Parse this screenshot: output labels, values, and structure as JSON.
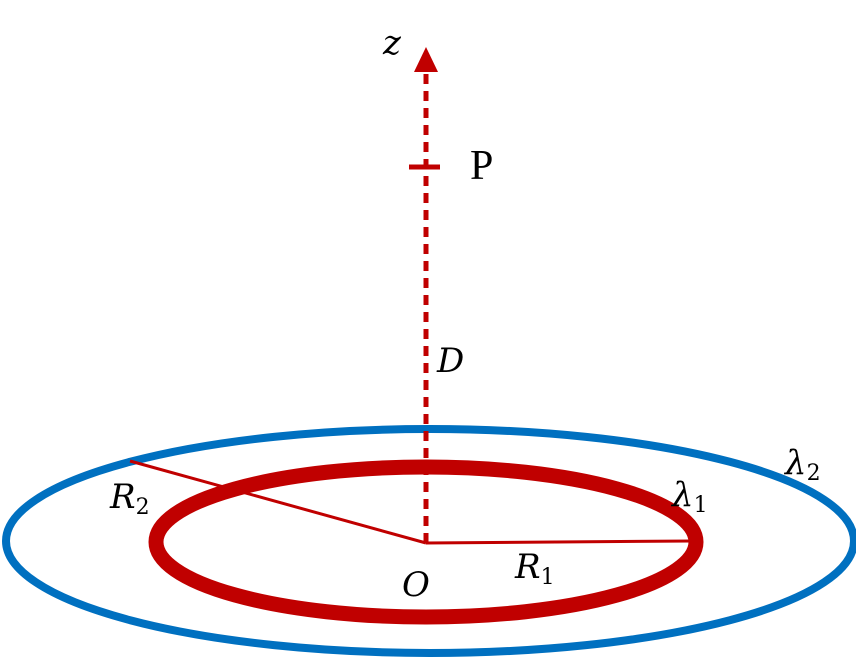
{
  "labels": {
    "z_axis": "z",
    "point": "P",
    "distance": "D",
    "origin": "O",
    "radius_outer": {
      "symbol": "R",
      "sub": "2"
    },
    "radius_inner": {
      "symbol": "R",
      "sub": "1"
    },
    "charge_inner": {
      "symbol": "λ",
      "sub": "1"
    },
    "charge_outer": {
      "symbol": "λ",
      "sub": "2"
    }
  },
  "colors": {
    "inner_ring": "#C00000",
    "outer_ring": "#0070C0",
    "axis": "#C00000",
    "radius_lines": "#C00000"
  }
}
